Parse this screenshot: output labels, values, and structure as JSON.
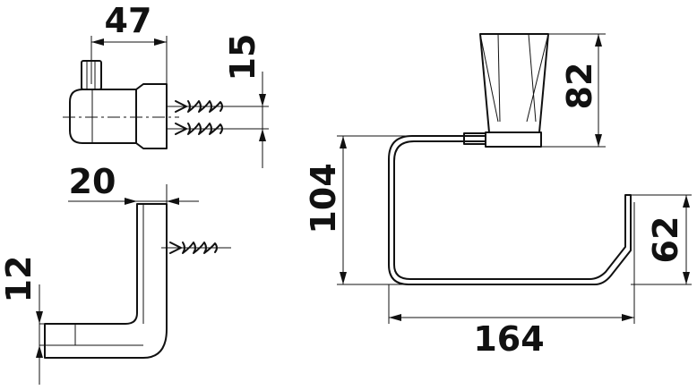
{
  "drawing": {
    "accent_color": "#111111",
    "background_color": "#ffffff",
    "dimensions": {
      "top_width": "47",
      "anchor_spacing": "15",
      "side_projection": "20",
      "base_thickness": "12",
      "overall_height": "104",
      "mount_height": "82",
      "opening_height": "62",
      "overall_width": "164"
    },
    "brand_mark": ""
  }
}
